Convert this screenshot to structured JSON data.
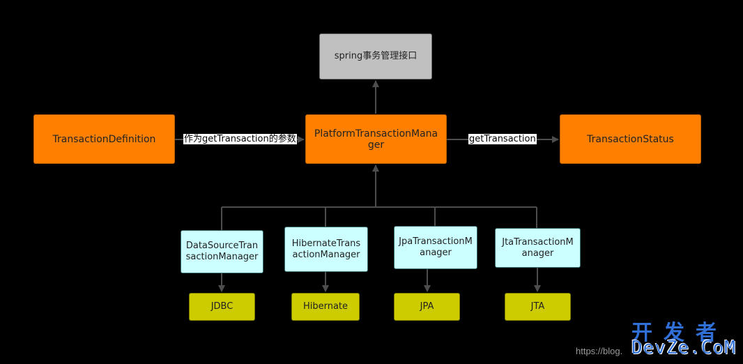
{
  "nodes": {
    "root": "spring事务管理接口",
    "definition": "TransactionDefinition",
    "manager": "PlatformTransactionManager",
    "status": "TransactionStatus",
    "datasource_manager": "DataSourceTransactionManager",
    "hibernate_manager": "HibernateTransactionManager",
    "jpa_manager": "JpaTransactionManager",
    "jta_manager": "JtaTransactionManager",
    "jdbc": "JDBC",
    "hibernate": "Hibernate",
    "jpa": "JPA",
    "jta": "JTA"
  },
  "edges": {
    "definition_to_manager": "作为getTransaction的参数",
    "manager_to_status": "getTransaction"
  },
  "watermark": {
    "url": "https://blog.",
    "cn": "开发者",
    "en": "DevZe.CoM"
  },
  "colors": {
    "background": "#000000",
    "interface_box": "#c0c0c0",
    "core_box": "#ff8000",
    "impl_box": "#ccffff",
    "tech_box": "#cccc00",
    "wire": "#4d4d4d"
  }
}
